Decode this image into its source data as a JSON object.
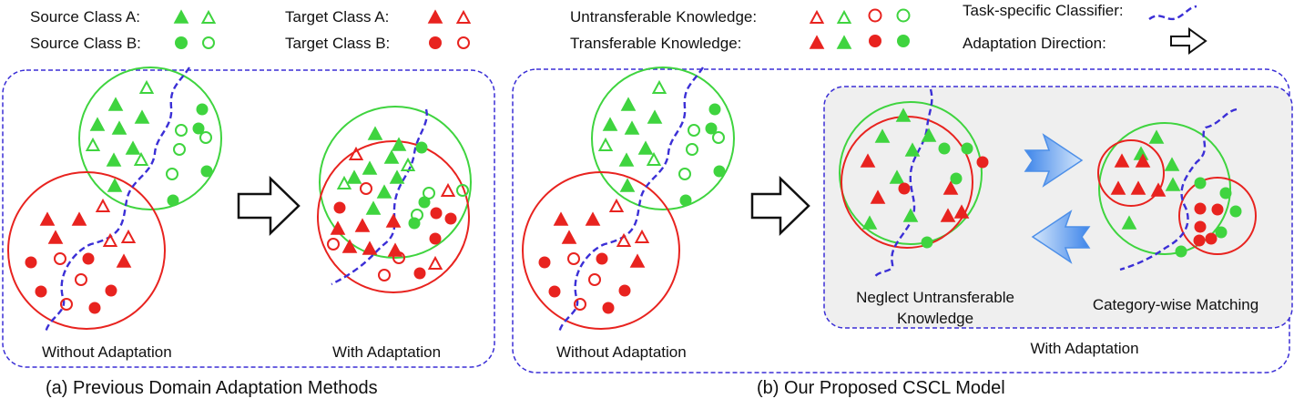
{
  "colors": {
    "red": "#e8231f",
    "green": "#3fd43f",
    "blue_dash": "#3b2fd6",
    "panel_gray": "#efefef",
    "arrow_blue": "#4d8fe8"
  },
  "legend": {
    "source_a": "Source Class A:",
    "source_b": "Source Class B:",
    "target_a": "Target Class A:",
    "target_b": "Target Class B:",
    "untransferable": "Untransferable Knowledge:",
    "transferable": "Transferable Knowledge:",
    "classifier": "Task-specific Classifier:",
    "direction": "Adaptation Direction:"
  },
  "panel_a": {
    "without_label": "Without Adaptation",
    "with_label": "With Adaptation",
    "caption": "(a) Previous Domain Adaptation Methods"
  },
  "panel_b": {
    "without_label": "Without Adaptation",
    "neglect_label_1": "Neglect Untransferable",
    "neglect_label_2": "Knowledge",
    "matching_label": "Category-wise Matching",
    "with_label": "With Adaptation",
    "caption": "(b) Our Proposed CSCL Model"
  },
  "icons": [
    "triangle-marker-icon",
    "circle-marker-icon",
    "hollow-arrow-icon",
    "blue-double-arrow-icon",
    "dashed-curve-icon"
  ]
}
